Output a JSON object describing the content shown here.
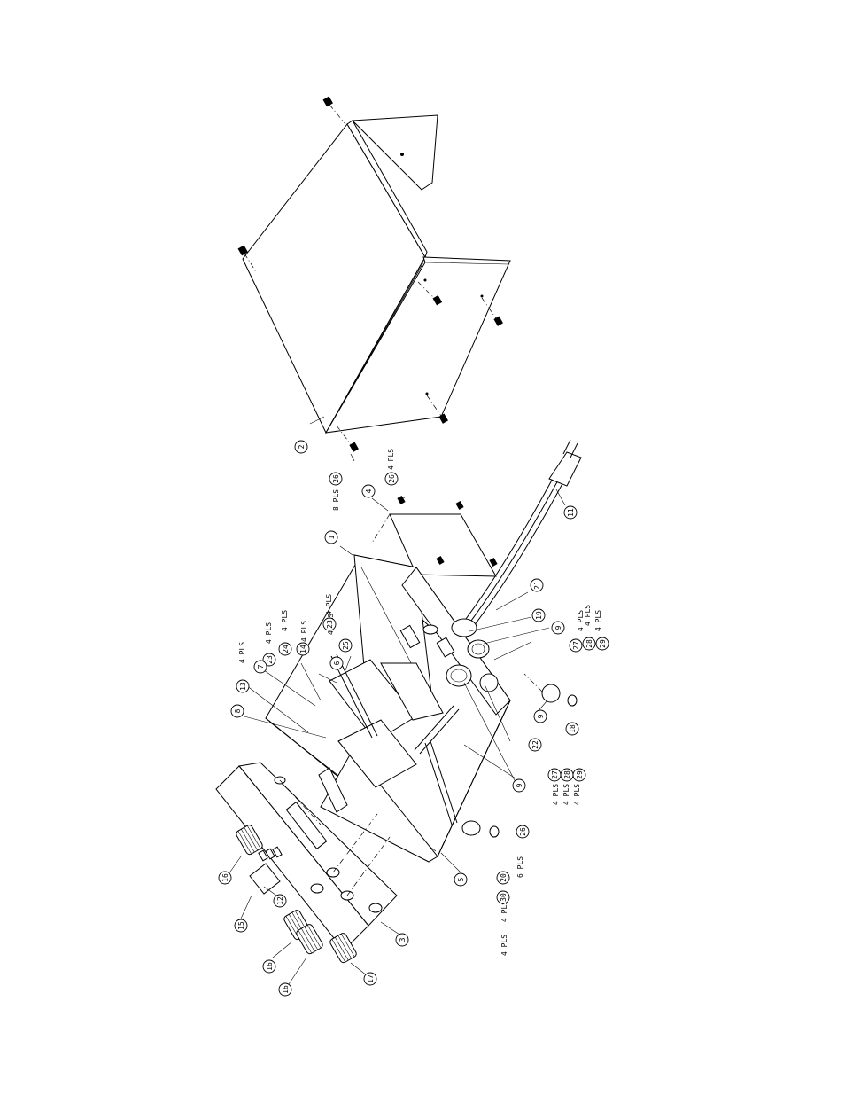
{
  "balloons": [
    {
      "id": "b-2",
      "label": "2"
    },
    {
      "id": "b-26-top",
      "label": "26"
    },
    {
      "id": "b-4",
      "label": "4"
    },
    {
      "id": "b-26-mid",
      "label": "26"
    },
    {
      "id": "b-11",
      "label": "11"
    },
    {
      "id": "b-1",
      "label": "1"
    },
    {
      "id": "b-21",
      "label": "21"
    },
    {
      "id": "b-19a",
      "label": "19"
    },
    {
      "id": "b-9a",
      "label": "9"
    },
    {
      "id": "b-27a",
      "label": "27"
    },
    {
      "id": "b-28a",
      "label": "28"
    },
    {
      "id": "b-29a",
      "label": "29"
    },
    {
      "id": "b-25",
      "label": "25"
    },
    {
      "id": "b-23a",
      "label": "23"
    },
    {
      "id": "b-6",
      "label": "6"
    },
    {
      "id": "b-14",
      "label": "14"
    },
    {
      "id": "b-24",
      "label": "24"
    },
    {
      "id": "b-23b",
      "label": "23"
    },
    {
      "id": "b-7",
      "label": "7"
    },
    {
      "id": "b-13",
      "label": "13"
    },
    {
      "id": "b-8",
      "label": "8"
    },
    {
      "id": "b-22",
      "label": "22"
    },
    {
      "id": "b-9b",
      "label": "9"
    },
    {
      "id": "b-18",
      "label": "18"
    },
    {
      "id": "b-9c",
      "label": "9"
    },
    {
      "id": "b-27b",
      "label": "27"
    },
    {
      "id": "b-28b",
      "label": "28"
    },
    {
      "id": "b-29b",
      "label": "29"
    },
    {
      "id": "b-26-low",
      "label": "26"
    },
    {
      "id": "b-5",
      "label": "5"
    },
    {
      "id": "b-20",
      "label": "20"
    },
    {
      "id": "b-30",
      "label": "30"
    },
    {
      "id": "b-16a",
      "label": "16"
    },
    {
      "id": "b-15",
      "label": "15"
    },
    {
      "id": "b-12",
      "label": "12"
    },
    {
      "id": "b-16b",
      "label": "16"
    },
    {
      "id": "b-16c",
      "label": "16"
    },
    {
      "id": "b-3",
      "label": "3"
    },
    {
      "id": "b-17",
      "label": "17"
    }
  ],
  "notes": {
    "pls_8": "8 PLS",
    "pls_4": "4 PLS",
    "pls_6": "6 PLS"
  }
}
